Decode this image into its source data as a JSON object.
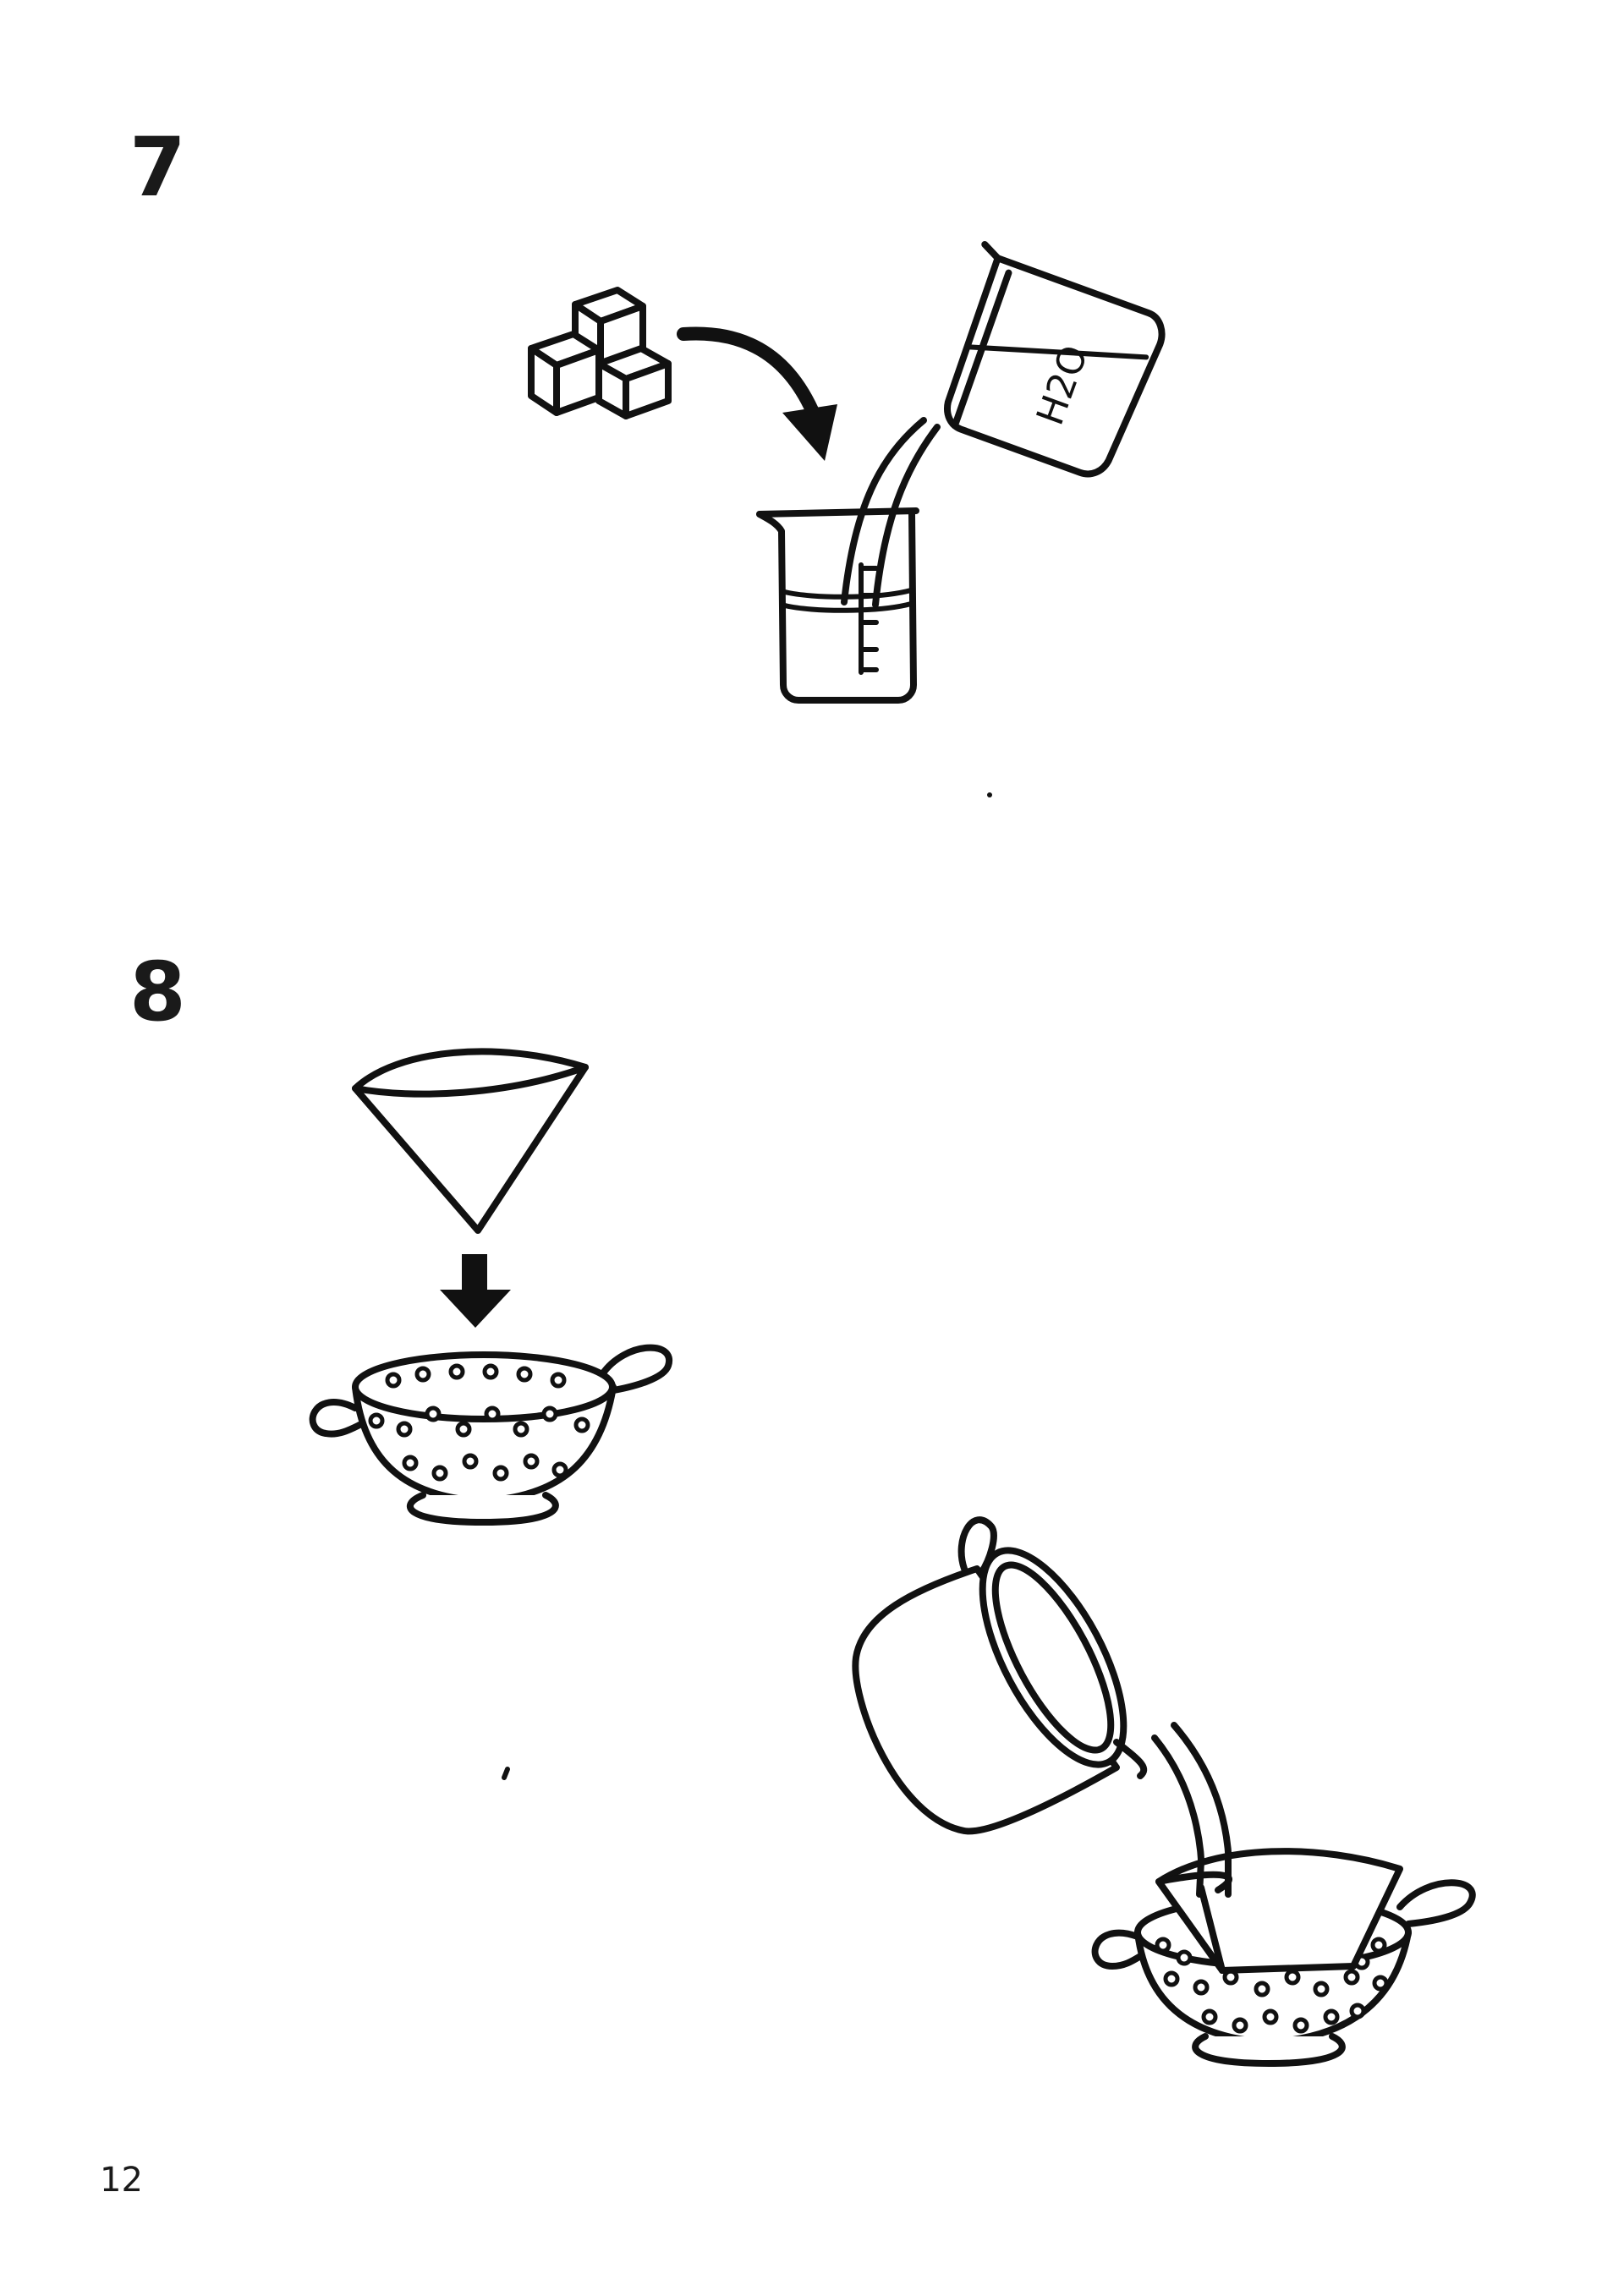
{
  "steps": [
    {
      "number": "7"
    },
    {
      "number": "8"
    }
  ],
  "illustrations": {
    "jug_label": "H2O"
  },
  "page_number": "12"
}
